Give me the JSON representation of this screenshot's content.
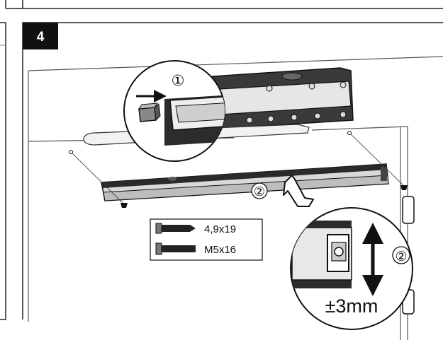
{
  "step": {
    "number": "4"
  },
  "callout_top": {
    "step_marker": "①"
  },
  "rail": {
    "step_marker": "②"
  },
  "screws": [
    {
      "icon": "wood-screw-icon",
      "label": "4,9x19"
    },
    {
      "icon": "machine-screw-icon",
      "label": "M5x16"
    }
  ],
  "adjust_callout": {
    "step_marker": "②",
    "range": "±3mm"
  }
}
